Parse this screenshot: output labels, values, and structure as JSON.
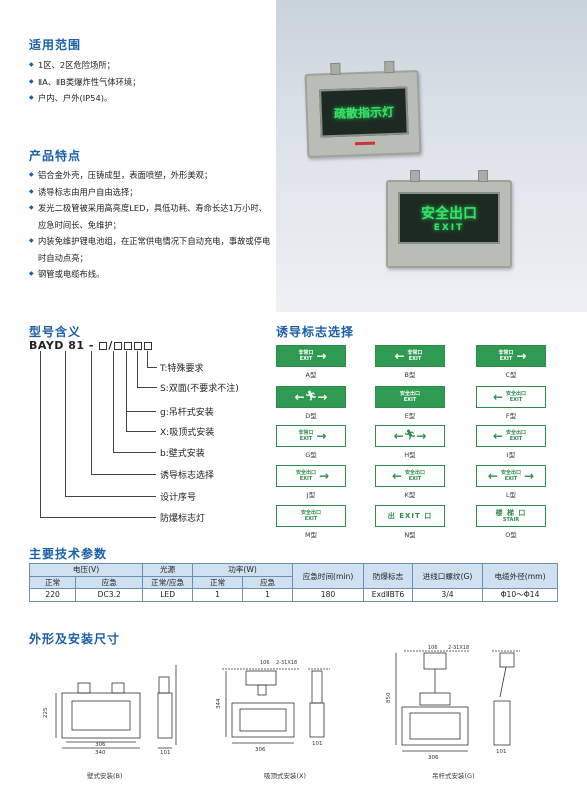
{
  "scope": {
    "title": "适用范围",
    "items": [
      "1区、2区危险场所；",
      "ⅡA、ⅡB类爆炸性气体环境；",
      "户内、户外(IP54)。"
    ]
  },
  "features": {
    "title": "产品特点",
    "items": [
      "铝合金外壳，压铸成型，表面喷塑，外形美观；",
      "诱导标志由用户自由选择；",
      "发光二极管被采用高亮度LED，具低功耗、寿命长达1万小时、应急时间长、免维护；",
      "内装免维护锂电池组，在正常供电情况下自动充电，事故或停电时自动点亮；",
      "钢管或电缆布线。"
    ]
  },
  "photo": {
    "lamp1_text": "疏散指示灯",
    "lamp2_text": "安全出口",
    "lamp2_sub": "EXIT"
  },
  "model": {
    "title": "型号含义",
    "code": "BAYD 81 -",
    "labels": [
      "T:特殊要求",
      "S:双面(不要求不注)",
      "g:吊杆式安装",
      "X:吸顶式安装",
      "b:壁式安装",
      "诱导标志选择",
      "设计序号",
      "防爆标志灯"
    ]
  },
  "guide": {
    "title": "诱导标志选择",
    "signs": [
      {
        "cap": "A型",
        "text": "非常口",
        "sub": "EXIT",
        "arrow": "→",
        "style": "g"
      },
      {
        "cap": "B型",
        "text": "非常口",
        "sub": "EXIT",
        "arrow": "←",
        "style": "g"
      },
      {
        "cap": "C型",
        "text": "非常口",
        "sub": "EXIT",
        "arrow": "→",
        "style": "g"
      },
      {
        "cap": "D型",
        "text": "",
        "sub": "",
        "arrow": "↔",
        "style": "g"
      },
      {
        "cap": "E型",
        "text": "安全出口",
        "sub": "EXIT",
        "arrow": "",
        "style": "g"
      },
      {
        "cap": "F型",
        "text": "安全出口",
        "sub": "EXIT",
        "arrow": "←",
        "style": "w"
      },
      {
        "cap": "G型",
        "text": "非常口",
        "sub": "EXIT",
        "arrow": "→",
        "style": "w"
      },
      {
        "cap": "H型",
        "text": "",
        "sub": "",
        "arrow": "↔",
        "style": "w"
      },
      {
        "cap": "I型",
        "text": "安全出口",
        "sub": "EXIT",
        "arrow": "←",
        "style": "w"
      },
      {
        "cap": "J型",
        "text": "安全出口",
        "sub": "EXIT",
        "arrow": "→",
        "style": "w"
      },
      {
        "cap": "K型",
        "text": "安全出口",
        "sub": "EXIT",
        "arrow": "←",
        "style": "w"
      },
      {
        "cap": "L型",
        "text": "安全出口",
        "sub": "EXIT",
        "arrow": "↔",
        "style": "w"
      },
      {
        "cap": "M型",
        "text": "安全出口",
        "sub": "EXIT",
        "arrow": "",
        "style": "w"
      },
      {
        "cap": "N型",
        "text": "出 EXIT 口",
        "sub": "",
        "arrow": "",
        "style": "w"
      },
      {
        "cap": "O型",
        "text": "楼    梯    口",
        "sub": "STAIR",
        "arrow": "",
        "style": "w"
      }
    ]
  },
  "spec": {
    "title": "主要技术参数",
    "h1": [
      "电压(V)",
      "光源",
      "功率(W)",
      "应急时间(min)",
      "防爆标志",
      "进线口螺纹(G)",
      "电缆外径(mm)"
    ],
    "h2": [
      "正常",
      "应急",
      "正常/应急",
      "正常",
      "应急"
    ],
    "row": [
      "220",
      "DC3.2",
      "LED",
      "1",
      "1",
      "180",
      "ExdⅡBT6",
      "3/4",
      "Φ10～Φ14"
    ]
  },
  "install": {
    "title": "外形及安装尺寸",
    "captions": [
      "壁式安装(B)",
      "吸顶式安装(X)",
      "吊杆式安装(G)"
    ],
    "dims": {
      "w1": "340",
      "w1b": "306",
      "h1": "225",
      "d1": "101",
      "w2": "306",
      "h2": "344",
      "d2": "101",
      "top2": "106",
      "thread2": "2-31X18",
      "w3": "306",
      "h3": "850",
      "d3": "101",
      "top3": "106",
      "thread3": "2-31X18"
    }
  }
}
